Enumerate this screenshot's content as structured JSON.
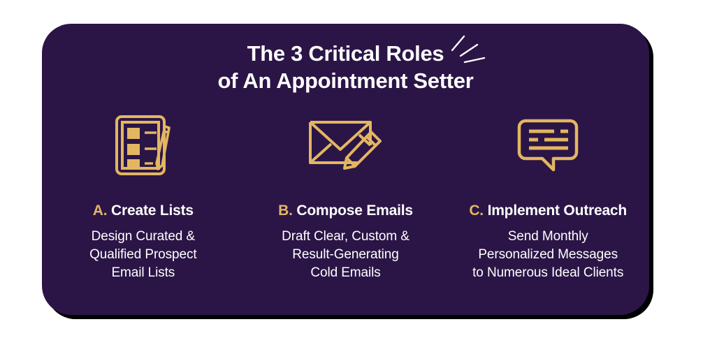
{
  "card": {
    "background_color": "#2b1546",
    "shadow_color": "#000000",
    "accent_color": "#e3b661",
    "text_color": "#ffffff"
  },
  "title": {
    "line1": "The 3 Critical Roles",
    "line2": "of An Appointment Setter",
    "decoration": "sparkle-rays"
  },
  "columns": [
    {
      "icon": "clipboard-list-pencil-icon",
      "letter": "A.",
      "heading": "Create Lists",
      "body": "Design Curated &\nQualified Prospect\nEmail Lists"
    },
    {
      "icon": "envelope-pencil-icon",
      "letter": "B.",
      "heading": "Compose Emails",
      "body": "Draft Clear, Custom &\nResult-Generating\nCold Emails"
    },
    {
      "icon": "speech-bubble-lines-icon",
      "letter": "C.",
      "heading": "Implement Outreach",
      "body": "Send Monthly\nPersonalized Messages\nto Numerous Ideal Clients"
    }
  ]
}
